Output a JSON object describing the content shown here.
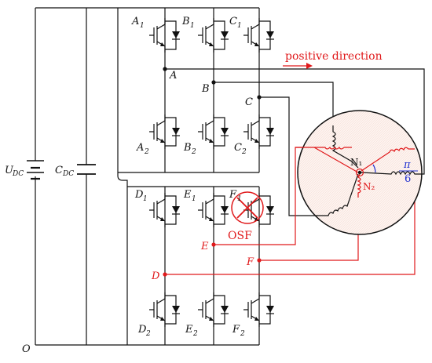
{
  "labels": {
    "positive_direction": "positive direction",
    "osf": "OSF",
    "n1": "N₁",
    "n2": "N₂",
    "angle_num": "π",
    "angle_den": "6",
    "udc": "U",
    "udc_sub": "DC",
    "cdc": "C",
    "cdc_sub": "DC",
    "origin": "O",
    "phase_A": "A",
    "phase_B": "B",
    "phase_C": "C",
    "phase_D": "D",
    "phase_E": "E",
    "phase_F": "F",
    "A1": "A",
    "A1_sub": "1",
    "B1": "B",
    "B1_sub": "1",
    "C1": "C",
    "C1_sub": "1",
    "A2": "A",
    "A2_sub": "2",
    "B2": "B",
    "B2_sub": "2",
    "C2": "C",
    "C2_sub": "2",
    "D1": "D",
    "D1_sub": "1",
    "E1": "E",
    "E1_sub": "1",
    "F1": "F",
    "F1_sub": "1",
    "D2": "D",
    "D2_sub": "2",
    "E2": "E",
    "E2_sub": "2",
    "F2": "F",
    "F2_sub": "2"
  },
  "colors": {
    "wire": "#111111",
    "fault": "#e0191b",
    "angle": "#1f2fd0",
    "motor_fill": "#fbefea"
  }
}
